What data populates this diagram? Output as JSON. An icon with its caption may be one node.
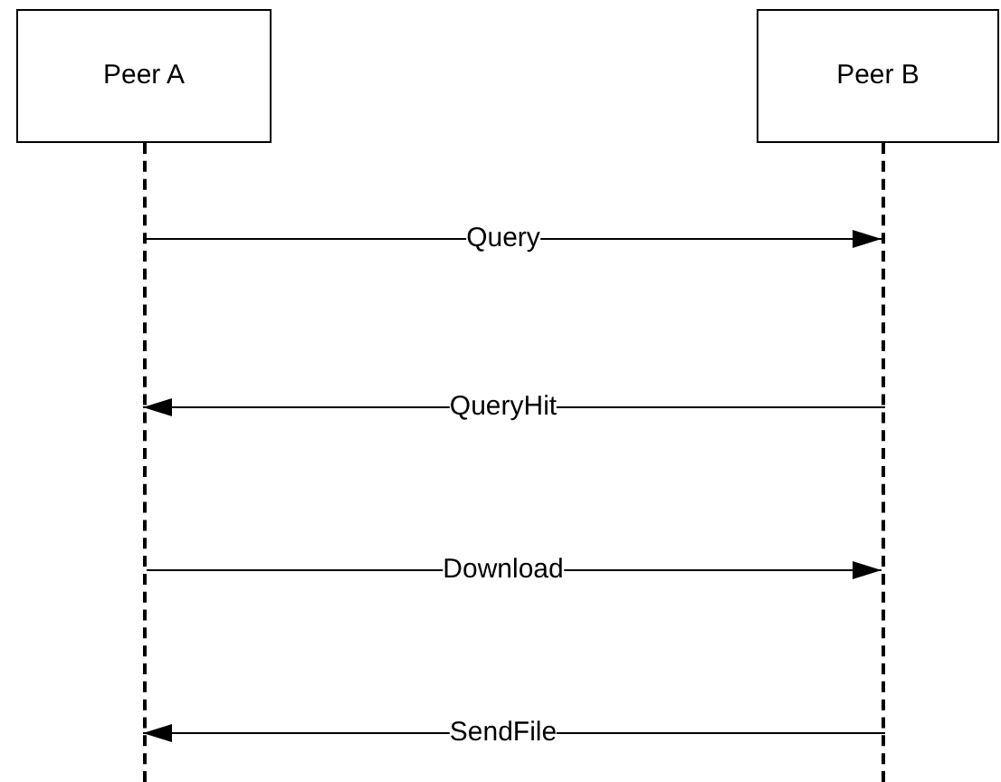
{
  "diagram": {
    "nodes": [
      {
        "text": [
          "Peer A"
        ]
      },
      {
        "text": [
          "Peer B"
        ]
      },
      {
        "text": [],
        "shape": "bar"
      },
      {
        "text": [],
        "shape": "bar"
      }
    ],
    "edges": [
      {
        "from": 2,
        "to": 3,
        "arrow": "to",
        "label": "Query"
      },
      {
        "from": 3,
        "to": 2,
        "arrow": "to",
        "label": "QueryHit"
      },
      {
        "from": 2,
        "to": 3,
        "arrow": "to",
        "label": "Download"
      },
      {
        "from": 3,
        "to": 2,
        "arrow": "to",
        "label": "SendFile"
      }
    ]
  }
}
